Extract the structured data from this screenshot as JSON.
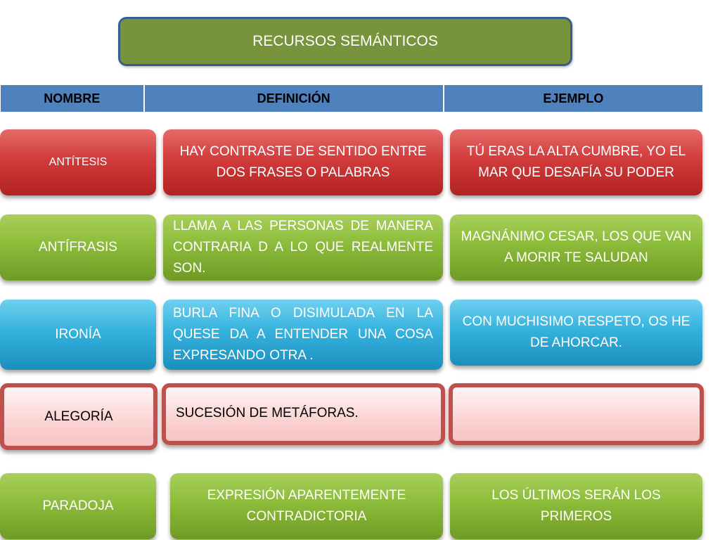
{
  "title": "RECURSOS SEMÁNTICOS",
  "headers": [
    "NOMBRE",
    "DEFINICIÓN",
    "EJEMPLO"
  ],
  "rows": [
    {
      "name": "ANTÍTESIS",
      "definition": "HAY CONTRASTE DE SENTIDO ENTRE DOS FRASES O PALABRAS",
      "example": "TÚ ERAS LA ALTA CUMBRE, YO EL MAR QUE DESAFÍA SU PODER",
      "color": "red"
    },
    {
      "name": "ANTÍFRASIS",
      "definition": "LLAMA A LAS PERSONAS DE MANERA CONTRARIA D A LO QUE REALMENTE SON.",
      "example": "MAGNÁNIMO CESAR, LOS QUE VAN A MORIR TE SALUDAN",
      "color": "green"
    },
    {
      "name": "IRONÍA",
      "definition": "BURLA FINA O DISIMULADA EN LA QUESE DA A ENTENDER  UNA COSA EXPRESANDO OTRA .",
      "example": "CON  MUCHISIMO RESPETO, OS HE DE AHORCAR.",
      "color": "blue"
    },
    {
      "name": "ALEGORÍA",
      "definition": "SUCESIÓN DE METÁFORAS.",
      "example": "",
      "color": "pink"
    },
    {
      "name": "PARADOJA",
      "definition": "EXPRESIÓN APARENTEMENTE CONTRADICTORIA",
      "example": "LOS ÚLTIMOS SERÁN LOS PRIMEROS",
      "color": "green"
    }
  ],
  "colors": {
    "title_bg": "#77933c",
    "title_border": "#3b5d8c",
    "header_bg": "#4f81bd",
    "red": "#c0392b",
    "green": "#8cbc3a",
    "blue": "#35b2de",
    "pink_border": "#c0504d"
  }
}
